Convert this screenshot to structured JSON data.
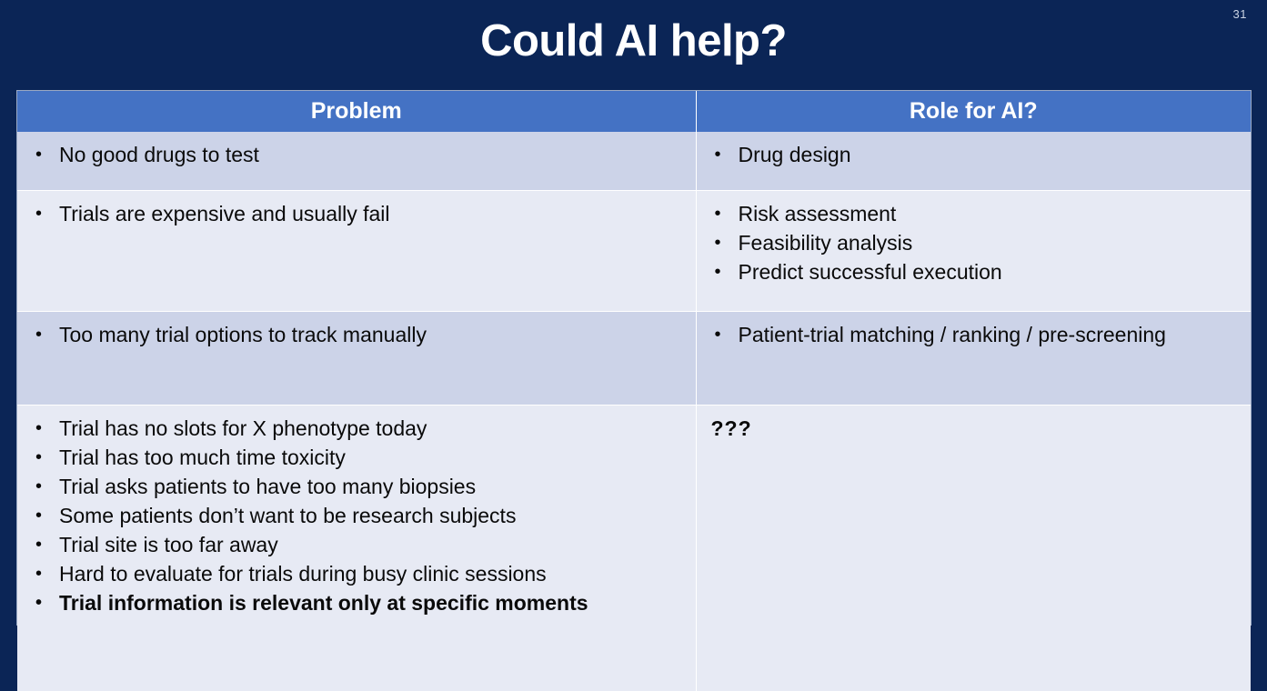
{
  "slide": {
    "number": "31",
    "title": "Could AI help?",
    "background_color": "#0b2556",
    "header_color": "#4472c4",
    "band_dark_color": "#ccd3e8",
    "band_light_color": "#e7eaf4"
  },
  "table": {
    "headers": [
      "Problem",
      "Role for AI?"
    ],
    "rows": [
      {
        "problem": [
          "No good drugs to test"
        ],
        "role": [
          "Drug design"
        ],
        "role_plain": "",
        "band": "dark"
      },
      {
        "problem": [
          "Trials are expensive and usually fail"
        ],
        "role": [
          "Risk assessment",
          "Feasibility analysis",
          "Predict successful execution"
        ],
        "role_plain": "",
        "band": "light"
      },
      {
        "problem": [
          "Too many trial options to track manually"
        ],
        "role": [
          "Patient-trial matching / ranking / pre-screening"
        ],
        "role_plain": "",
        "band": "dark"
      },
      {
        "problem": [
          "Trial has no slots for X phenotype today",
          "Trial has too much time toxicity",
          "Trial asks patients to have too many biopsies",
          "Some patients don’t want to be research subjects",
          "Trial site is too far away",
          "Hard to evaluate for trials during busy clinic sessions",
          "Trial information is relevant only at specific moments"
        ],
        "problem_bold_index": 6,
        "role": [],
        "role_plain": "???",
        "band": "light"
      }
    ]
  }
}
